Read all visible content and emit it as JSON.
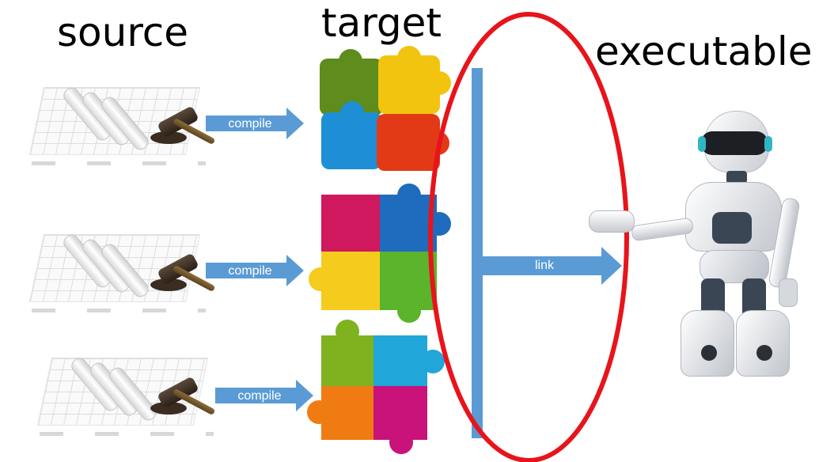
{
  "titles": {
    "source": "source",
    "target": "target",
    "executable": "executable"
  },
  "arrows": {
    "compile_labels": [
      "compile",
      "compile",
      "compile"
    ],
    "link_label": "link"
  },
  "colors": {
    "arrow_fill": "#5b9bd5",
    "link_bar": "#5b9bd5",
    "ellipse_stroke": "#e8141b",
    "puzzle_top": [
      "#5e8c1d",
      "#f2c40f",
      "#1e8fd6",
      "#e23a16"
    ],
    "puzzle_middle": [
      "#d0185e",
      "#1f6bbd",
      "#f5cc1d",
      "#5cb32c"
    ],
    "puzzle_bottom": [
      "#7fb21f",
      "#21a6d9",
      "#f07b13",
      "#c9127a"
    ]
  },
  "icons": [
    "blueprint-hammer-icon",
    "jigsaw-puzzle-icon",
    "robot-icon"
  ]
}
